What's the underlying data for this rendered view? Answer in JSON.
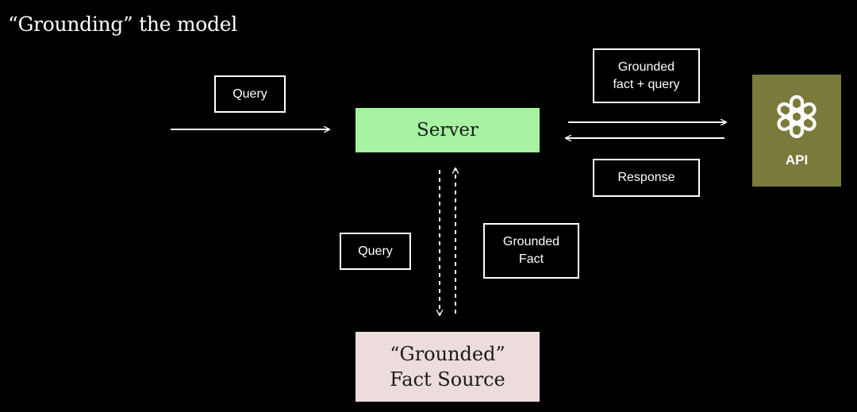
{
  "title": "“Grounding” the model",
  "nodes": {
    "server": "Server",
    "fact_source": "“Grounded”\nFact Source",
    "api": "API"
  },
  "labels": {
    "query_in": "Query",
    "grounded_fact_query": "Grounded\nfact + query",
    "response": "Response",
    "query_down": "Query",
    "grounded_fact": "Grounded\nFact"
  },
  "icons": {
    "api_logo": "openai-logo-icon"
  },
  "colors": {
    "background": "#000000",
    "server": "#a6f2a0",
    "fact_source": "#ecdcdc",
    "api_tile": "#7a7a3c"
  }
}
